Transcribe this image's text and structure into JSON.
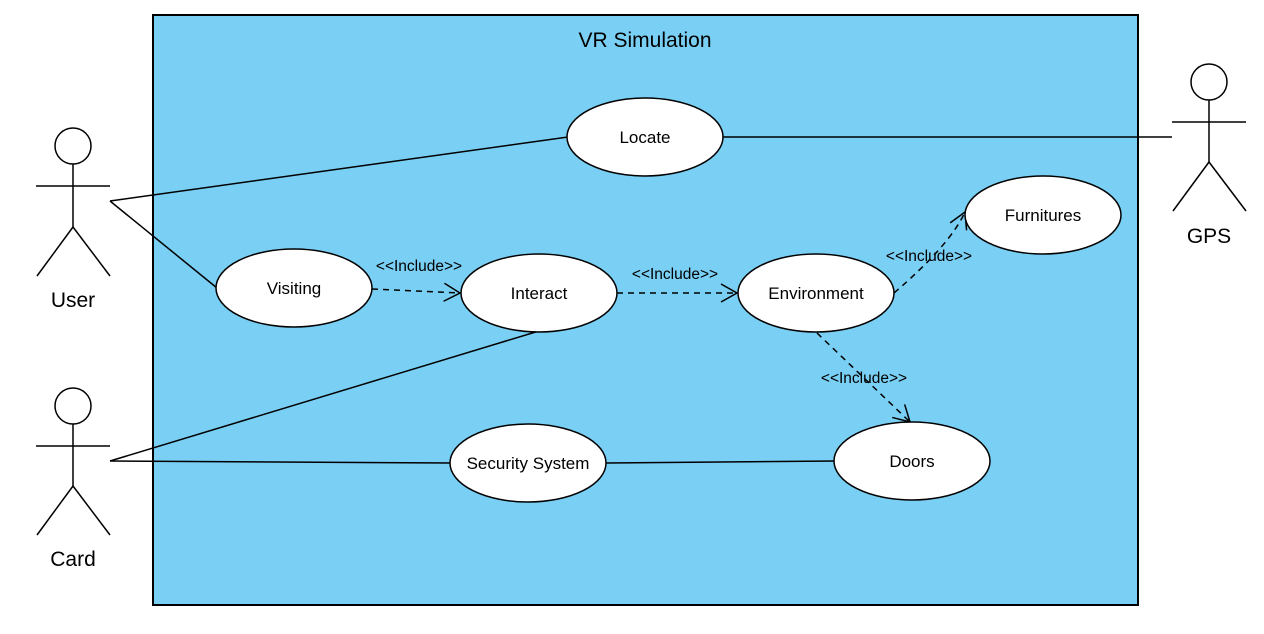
{
  "diagram": {
    "system_title": "VR Simulation",
    "colors": {
      "system_fill": "#7acff4",
      "system_stroke": "#000000",
      "use_case_fill": "#ffffff"
    },
    "actors": {
      "user": "User",
      "card": "Card",
      "gps": "GPS"
    },
    "use_cases": {
      "locate": "Locate",
      "visiting": "Visiting",
      "interact": "Interact",
      "environment": "Environment",
      "furnitures": "Furnitures",
      "security_system": "Security System",
      "doors": "Doors"
    },
    "include_label": "<<Include>>"
  }
}
